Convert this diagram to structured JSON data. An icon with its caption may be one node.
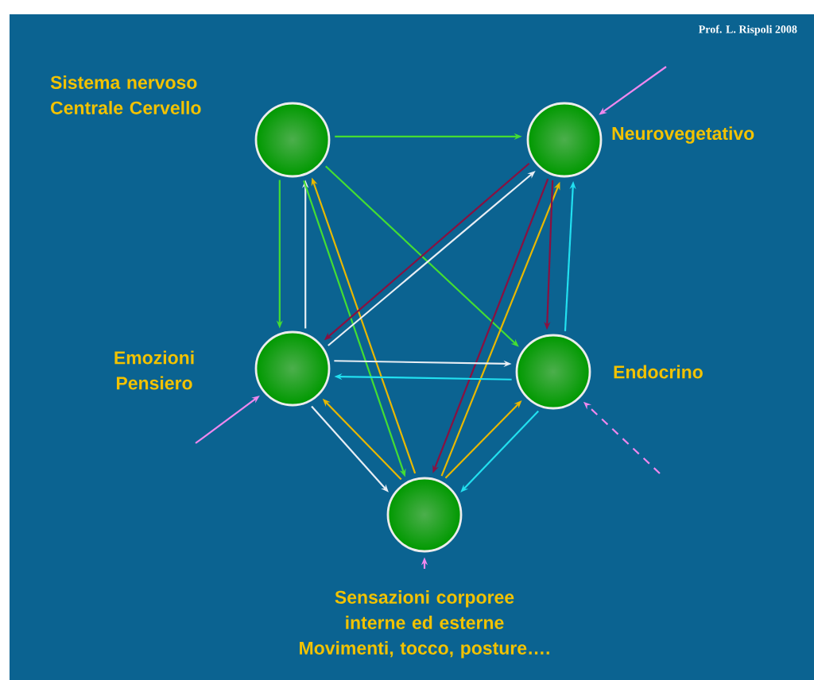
{
  "diagram": {
    "nodes": [
      {
        "text": [],
        "shape": "circle",
        "beside": [
          "Sistema nervoso Centrale Cervello"
        ]
      },
      {
        "text": [],
        "shape": "circle",
        "beside": [
          "Neurovegetativo"
        ]
      },
      {
        "text": [],
        "shape": "circle",
        "beside": [
          "Emozioni Pensiero"
        ]
      },
      {
        "text": [],
        "shape": "circle",
        "beside": [
          "Endocrino"
        ]
      },
      {
        "text": [],
        "shape": "circle",
        "beside": [
          "Sensazioni corporee interne ed esterne Movimenti, tocco, posture…."
        ]
      }
    ],
    "edges": [
      {
        "from": 0,
        "to": 1,
        "arrow": "to",
        "color": "#44dd33"
      },
      {
        "from": 0,
        "to": 2,
        "arrow": "to",
        "color": "#44dd33"
      },
      {
        "from": 2,
        "to": 0,
        "arrow": "to",
        "color": "#e8eef4"
      },
      {
        "from": 0,
        "to": 4,
        "arrow": "to",
        "color": "#44dd33"
      },
      {
        "from": 4,
        "to": 0,
        "arrow": "to",
        "color": "#e8b800"
      },
      {
        "from": 0,
        "to": 3,
        "arrow": "to",
        "color": "#44dd33"
      },
      {
        "from": 1,
        "to": 2,
        "arrow": "to",
        "color": "#8a1040"
      },
      {
        "from": 2,
        "to": 1,
        "arrow": "to",
        "color": "#e8eef4"
      },
      {
        "from": 1,
        "to": 4,
        "arrow": "to",
        "color": "#8a1040"
      },
      {
        "from": 4,
        "to": 1,
        "arrow": "to",
        "color": "#e8b800"
      },
      {
        "from": 1,
        "to": 3,
        "arrow": "to",
        "color": "#8a1040"
      },
      {
        "from": 3,
        "to": 1,
        "arrow": "to",
        "color": "#22e0f0"
      },
      {
        "from": 2,
        "to": 3,
        "arrow": "to",
        "color": "#e8eef4"
      },
      {
        "from": 3,
        "to": 2,
        "arrow": "to",
        "color": "#22e0f0"
      },
      {
        "from": 2,
        "to": 4,
        "arrow": "to",
        "color": "#e8eef4"
      },
      {
        "from": 4,
        "to": 2,
        "arrow": "to",
        "color": "#e8b800"
      },
      {
        "from": 4,
        "to": 3,
        "arrow": "to",
        "color": "#e8b800"
      },
      {
        "from": 3,
        "to": 4,
        "arrow": "to",
        "color": "#22e0f0"
      },
      {
        "from": null,
        "to": 1,
        "arrow": "to",
        "color": "#ee88ee"
      },
      {
        "from": null,
        "to": 2,
        "arrow": "to",
        "color": "#ee88ee"
      },
      {
        "from": null,
        "to": 3,
        "arrow": "to",
        "color": "#ee88ee",
        "style": "dashed"
      },
      {
        "from": null,
        "to": 4,
        "arrow": "to",
        "color": "#ee88ee"
      }
    ],
    "labels": [
      "Prof. L. Rispoli  2008"
    ]
  }
}
